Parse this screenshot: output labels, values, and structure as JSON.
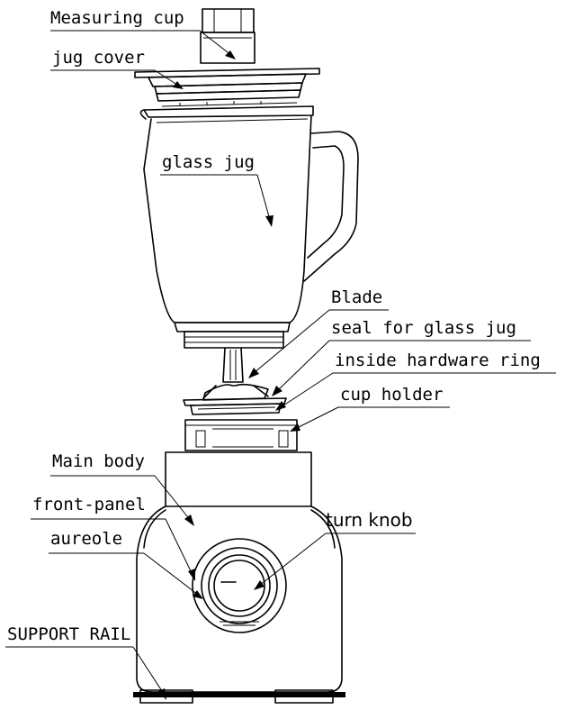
{
  "labels": {
    "measuring_cup": "Measuring cup",
    "jug_cover": "jug cover",
    "glass_jug": "glass jug",
    "blade": "Blade",
    "seal_for_glass_jug": "seal for glass jug",
    "inside_hardware_ring": "inside hardware ring",
    "cup_holder": "cup holder",
    "main_body": "Main body",
    "front_panel": "front-panel",
    "turn_knob": "turn knob",
    "aureole": "aureole",
    "support_rail": "SUPPORT RAIL"
  }
}
